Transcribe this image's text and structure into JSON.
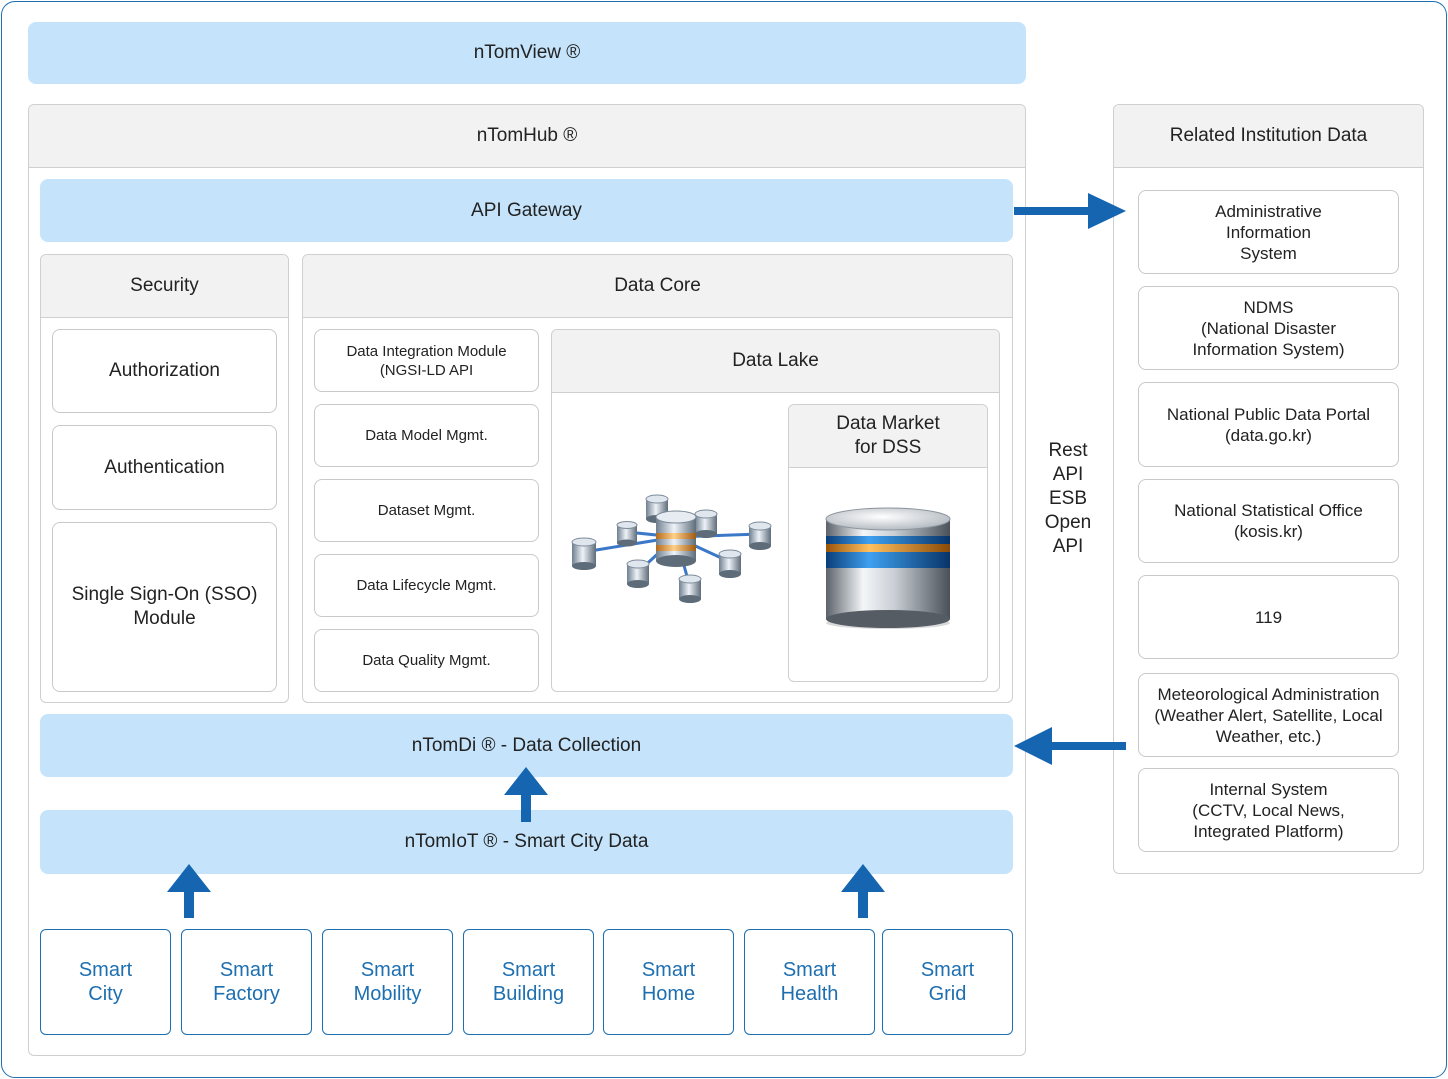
{
  "top_bar": {
    "title": "nTomView ®"
  },
  "hub": {
    "title": "nTomHub ®",
    "api_gateway": "API Gateway",
    "security": {
      "title": "Security",
      "items": [
        "Authorization",
        "Authentication",
        "Single Sign-On (SSO)\nModule"
      ]
    },
    "data_core": {
      "title": "Data Core",
      "modules": [
        "Data Integration Module\n(NGSI-LD API",
        "Data Model Mgmt.",
        "Dataset Mgmt.",
        "Data Lifecycle Mgmt.",
        "Data Quality Mgmt."
      ],
      "data_lake": {
        "title": "Data Lake",
        "market": "Data Market\nfor DSS"
      }
    },
    "data_collection": "nTomDi ® - Data Collection",
    "smart_city_data": "nTomIoT ® - Smart City Data",
    "domains": [
      "Smart\nCity",
      "Smart\nFactory",
      "Smart\nMobility",
      "Smart\nBuilding",
      "Smart\nHome",
      "Smart\nHealth",
      "Smart\nGrid"
    ]
  },
  "interface_label": "Rest\nAPI\nESB\nOpen\nAPI",
  "related": {
    "title": "Related Institution Data",
    "items": [
      "Administrative\nInformation\nSystem",
      "NDMS\n(National Disaster\nInformation System)",
      "National Public Data Portal\n(data.go.kr)",
      "National Statistical Office\n(kosis.kr)",
      "119",
      "Meteorological Administration\n(Weather Alert, Satellite, Local\nWeather, etc.)",
      "Internal System\n(CCTV, Local News,\nIntegrated Platform)"
    ]
  },
  "colors": {
    "arrow": "#1e6fb0",
    "bar": "#c5e4fb",
    "domain_text": "#1e6fb0",
    "header_bg": "#f2f2f2"
  },
  "icons": {
    "network": "database-network-icon",
    "database": "database-stack-icon"
  }
}
